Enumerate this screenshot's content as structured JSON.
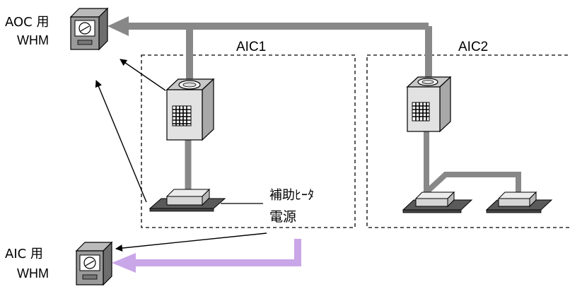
{
  "meters": {
    "aoc": {
      "label_line1": "AOC 用",
      "label_line2": "WHM"
    },
    "aic": {
      "label_line1": "AIC 用",
      "label_line2": "WHM"
    }
  },
  "zones": {
    "aic1": "AIC1",
    "aic2": "AIC2"
  },
  "callout": {
    "line1": "補助ﾋｰﾀ",
    "line2": "電源"
  },
  "icons": [
    "watt-hour-meter-icon",
    "indoor-air-conditioner-icon",
    "ceiling-outlet-unit-icon"
  ],
  "colors": {
    "duct": "#888888",
    "power_line": "#c9a6e8",
    "unit_body": "#d9d9d9",
    "meter_body": "#9a9a9a",
    "outline": "#000000"
  }
}
